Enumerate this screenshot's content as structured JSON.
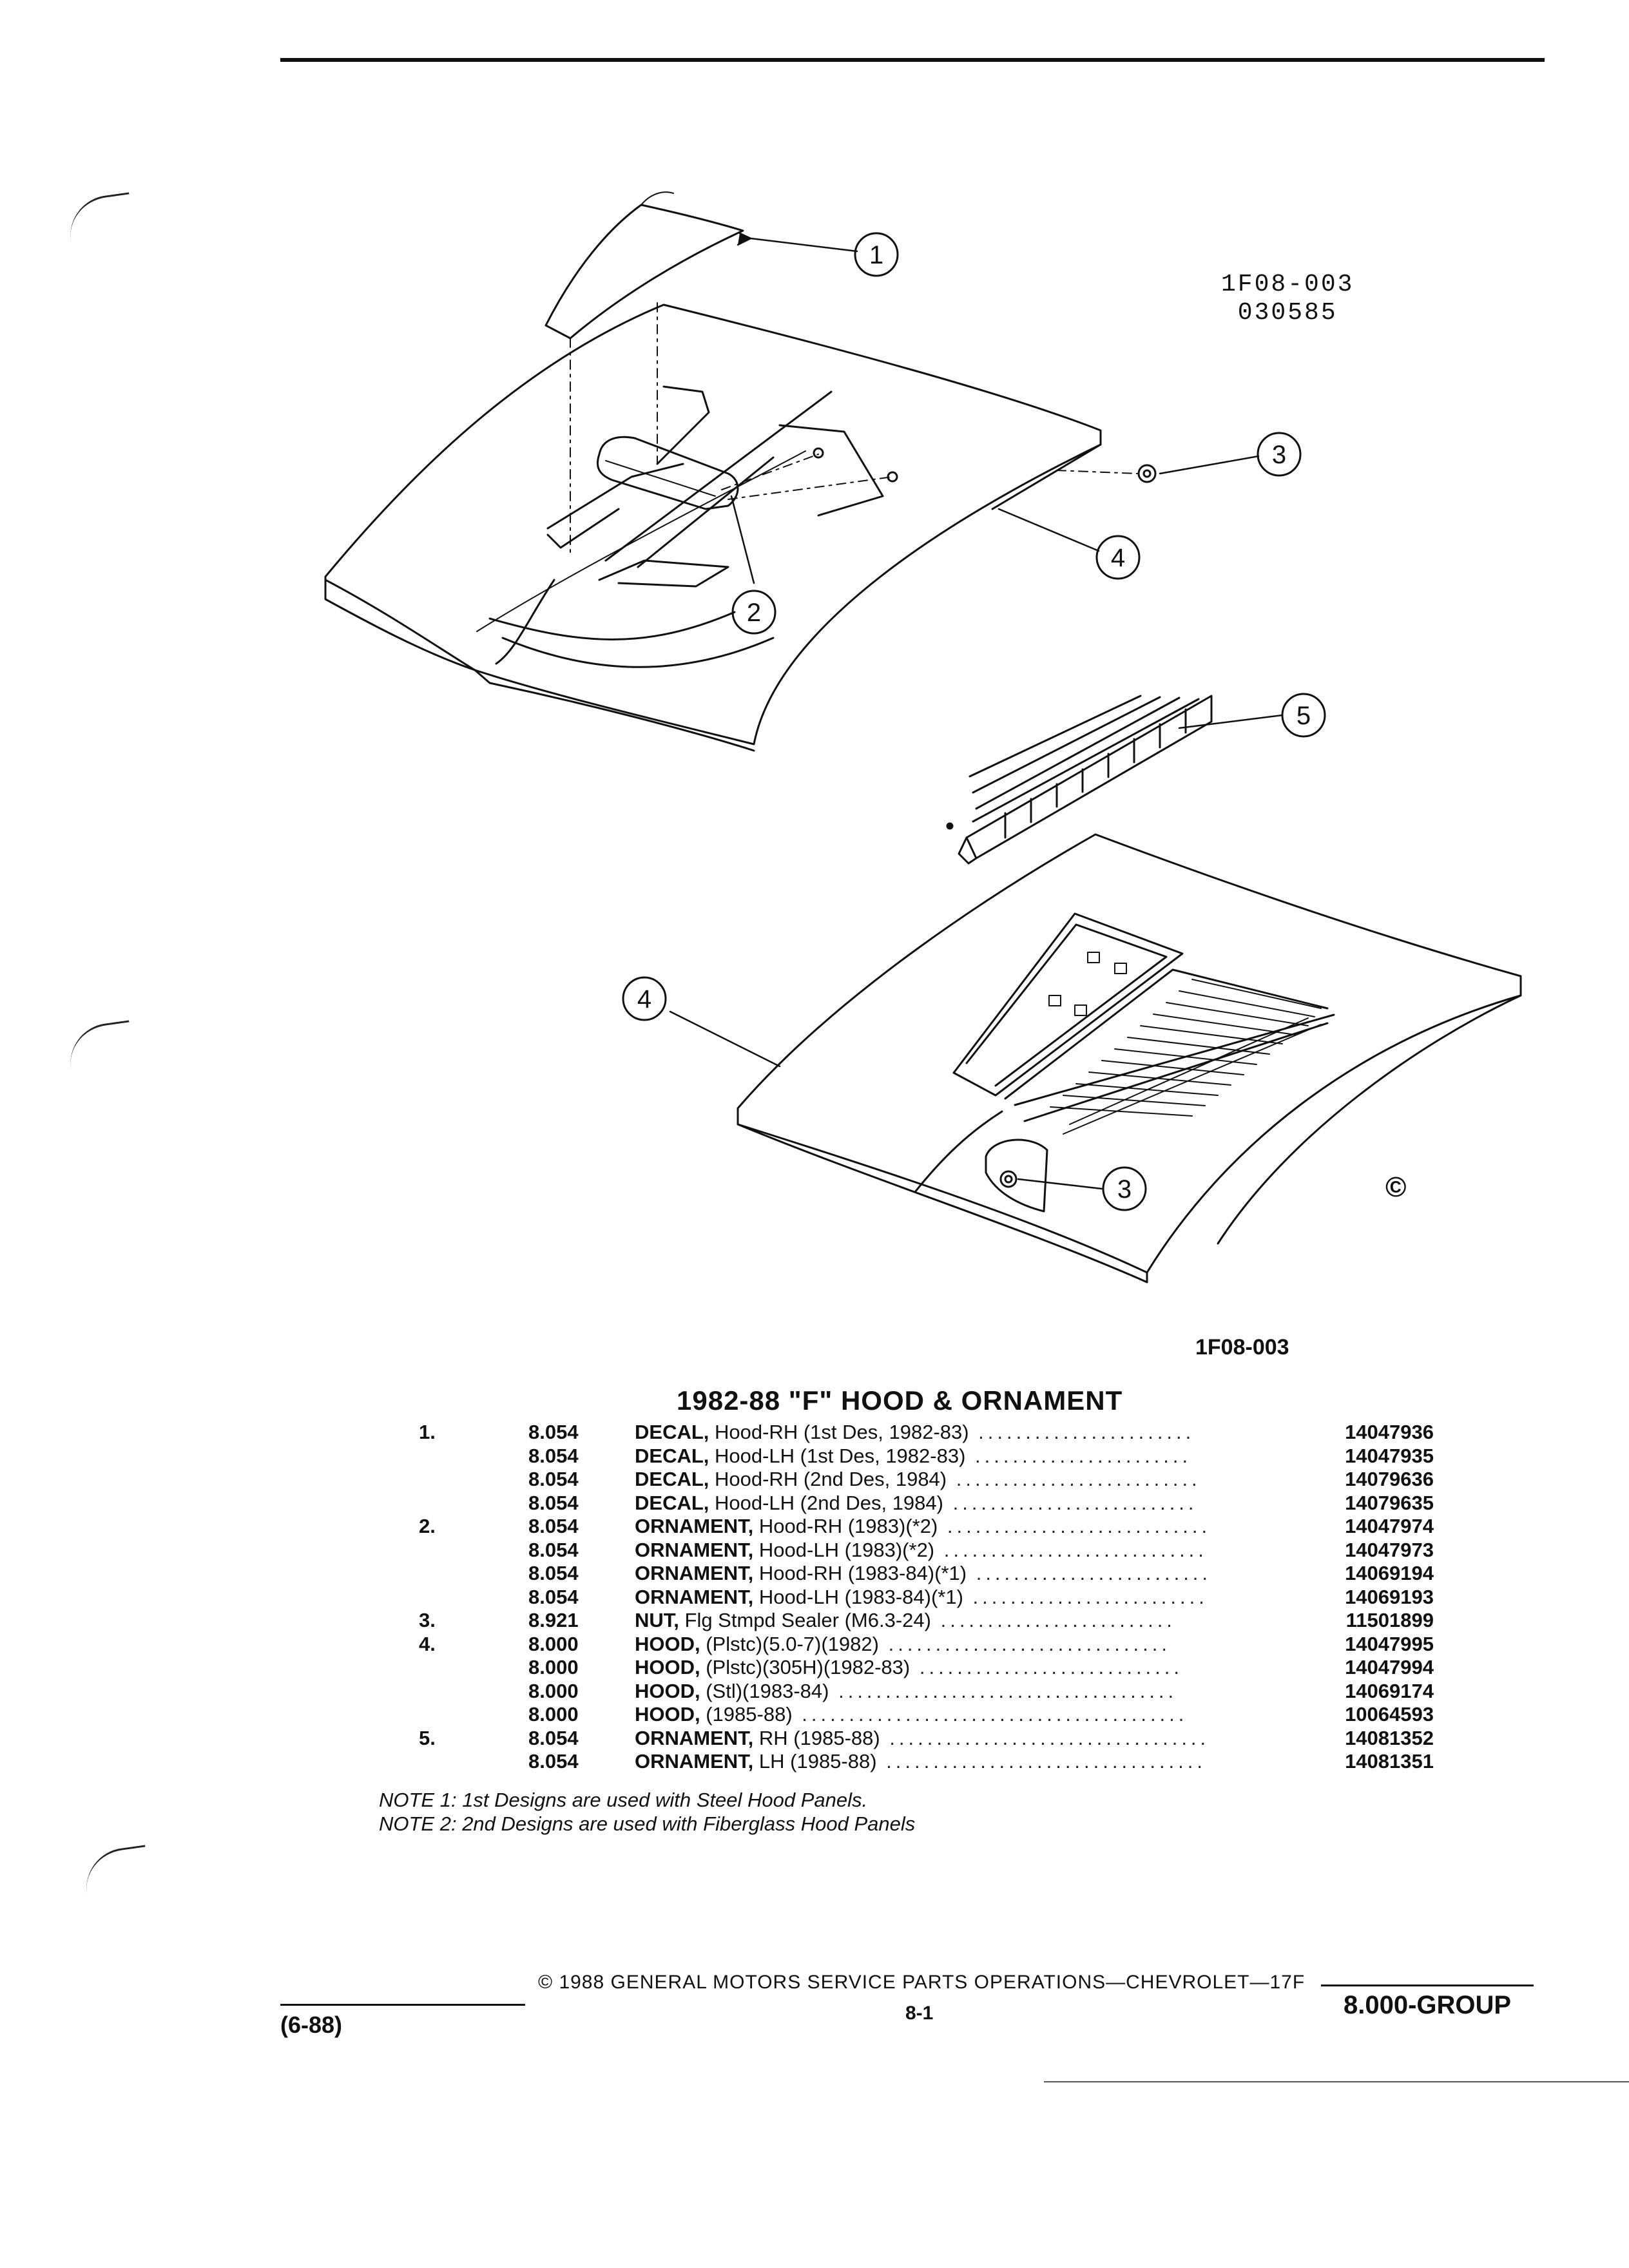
{
  "figure": {
    "code_top_1": "1F08-003",
    "code_top_2": "030585",
    "code_bottom": "1F08-003",
    "logo_mark": "©"
  },
  "callouts": {
    "c1": "1",
    "c2": "2",
    "c3a": "3",
    "c4a": "4",
    "c5": "5",
    "c4b": "4",
    "c3b": "3"
  },
  "parts": {
    "title": "1982-88 \"F\" HOOD & ORNAMENT",
    "rows": [
      {
        "item": "1.",
        "group": "8.054",
        "name": "DECAL,",
        "detail": " Hood-RH (1st Des, 1982-83)",
        "part": "14047936"
      },
      {
        "item": "",
        "group": "8.054",
        "name": "DECAL,",
        "detail": " Hood-LH (1st Des, 1982-83)",
        "part": "14047935"
      },
      {
        "item": "",
        "group": "8.054",
        "name": "DECAL,",
        "detail": " Hood-RH (2nd Des, 1984)",
        "part": "14079636"
      },
      {
        "item": "",
        "group": "8.054",
        "name": "DECAL,",
        "detail": " Hood-LH (2nd Des, 1984)",
        "part": "14079635"
      },
      {
        "item": "2.",
        "group": "8.054",
        "name": "ORNAMENT,",
        "detail": " Hood-RH (1983)(*2)",
        "part": "14047974"
      },
      {
        "item": "",
        "group": "8.054",
        "name": "ORNAMENT,",
        "detail": " Hood-LH (1983)(*2)",
        "part": "14047973"
      },
      {
        "item": "",
        "group": "8.054",
        "name": "ORNAMENT,",
        "detail": " Hood-RH (1983-84)(*1)",
        "part": "14069194"
      },
      {
        "item": "",
        "group": "8.054",
        "name": "ORNAMENT,",
        "detail": " Hood-LH (1983-84)(*1)",
        "part": "14069193"
      },
      {
        "item": "3.",
        "group": "8.921",
        "name": "NUT,",
        "detail": " Flg Stmpd Sealer (M6.3-24)",
        "part": "11501899"
      },
      {
        "item": "4.",
        "group": "8.000",
        "name": "HOOD,",
        "detail": " (Plstc)(5.0-7)(1982)",
        "part": "14047995"
      },
      {
        "item": "",
        "group": "8.000",
        "name": "HOOD,",
        "detail": " (Plstc)(305H)(1982-83)",
        "part": "14047994"
      },
      {
        "item": "",
        "group": "8.000",
        "name": "HOOD,",
        "detail": " (Stl)(1983-84)",
        "part": "14069174"
      },
      {
        "item": "",
        "group": "8.000",
        "name": "HOOD,",
        "detail": " (1985-88)",
        "part": "10064593"
      },
      {
        "item": "5.",
        "group": "8.054",
        "name": "ORNAMENT,",
        "detail": " RH (1985-88)",
        "part": "14081352"
      },
      {
        "item": "",
        "group": "8.054",
        "name": "ORNAMENT,",
        "detail": " LH (1985-88)",
        "part": "14081351"
      }
    ]
  },
  "notes": {
    "note1": "NOTE 1: 1st Designs are used with Steel Hood Panels.",
    "note2": "NOTE 2: 2nd Designs are used with Fiberglass Hood Panels"
  },
  "footer": {
    "date": "(6-88)",
    "copyright": "© 1988 GENERAL MOTORS SERVICE PARTS OPERATIONS—CHEVROLET—17F",
    "page": "8-1",
    "group": "8.000-GROUP"
  }
}
